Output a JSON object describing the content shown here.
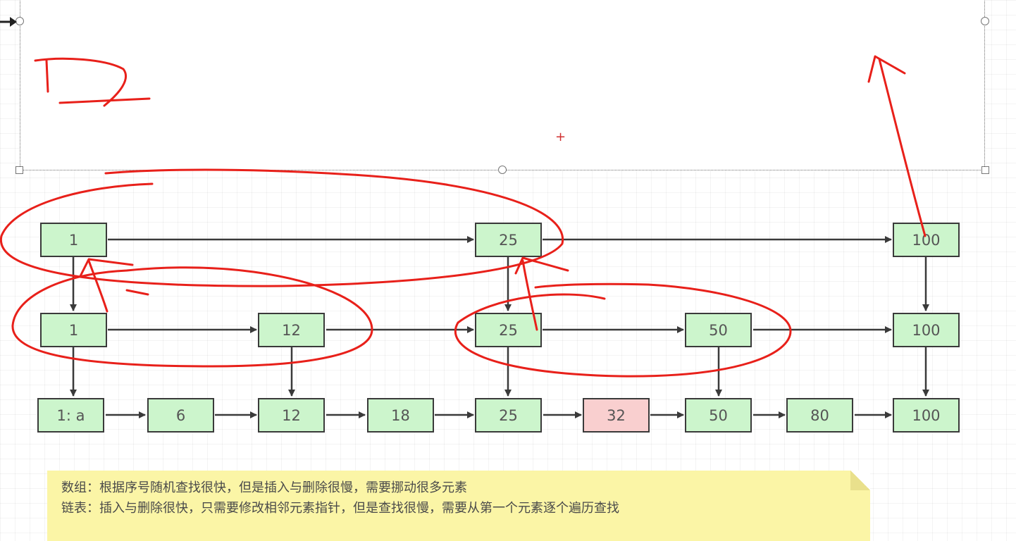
{
  "skip_list": {
    "level_2": [
      "1",
      "25",
      "100"
    ],
    "level_1": [
      "1",
      "12",
      "25",
      "50",
      "100"
    ],
    "level_0": [
      "1: a",
      "6",
      "12",
      "18",
      "25",
      "32",
      "50",
      "80",
      "100"
    ],
    "highlighted_node": "32"
  },
  "colors": {
    "node_fill": "#ccf5cc",
    "highlight_fill": "#f9cfcf",
    "annotation_stroke": "#e8201a",
    "note_fill": "#fbf5a6"
  },
  "note": {
    "line1": "数组：根据序号随机查找很快，但是插入与删除很慢，需要挪动很多元素",
    "line2": "链表：插入与删除很快，只需要修改相邻元素指针，但是查找很慢，需要从第一个元素逐个遍历查找"
  },
  "icons": {
    "move": "arrow-right-icon",
    "center": "plus-cross-icon"
  }
}
